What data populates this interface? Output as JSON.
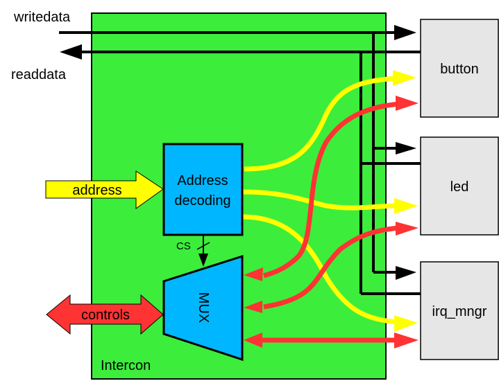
{
  "diagram": {
    "title": "Intercon",
    "external_signals": {
      "writedata": "writedata",
      "readdata": "readdata",
      "address": "address",
      "controls": "controls"
    },
    "blocks": {
      "intercon": "Intercon",
      "address_decoding_line1": "Address",
      "address_decoding_line2": "decoding",
      "mux": "MUX",
      "cs_label": "CS"
    },
    "peripherals": [
      {
        "name": "button"
      },
      {
        "name": "led"
      },
      {
        "name": "irq_mngr"
      }
    ],
    "colors": {
      "intercon_fill": "#3ced3c",
      "block_fill": "#00b7ff",
      "peripheral_fill": "#e6e6e6",
      "address_path": "#ffff00",
      "control_path": "#ff3333",
      "data_bus": "#000000"
    }
  }
}
